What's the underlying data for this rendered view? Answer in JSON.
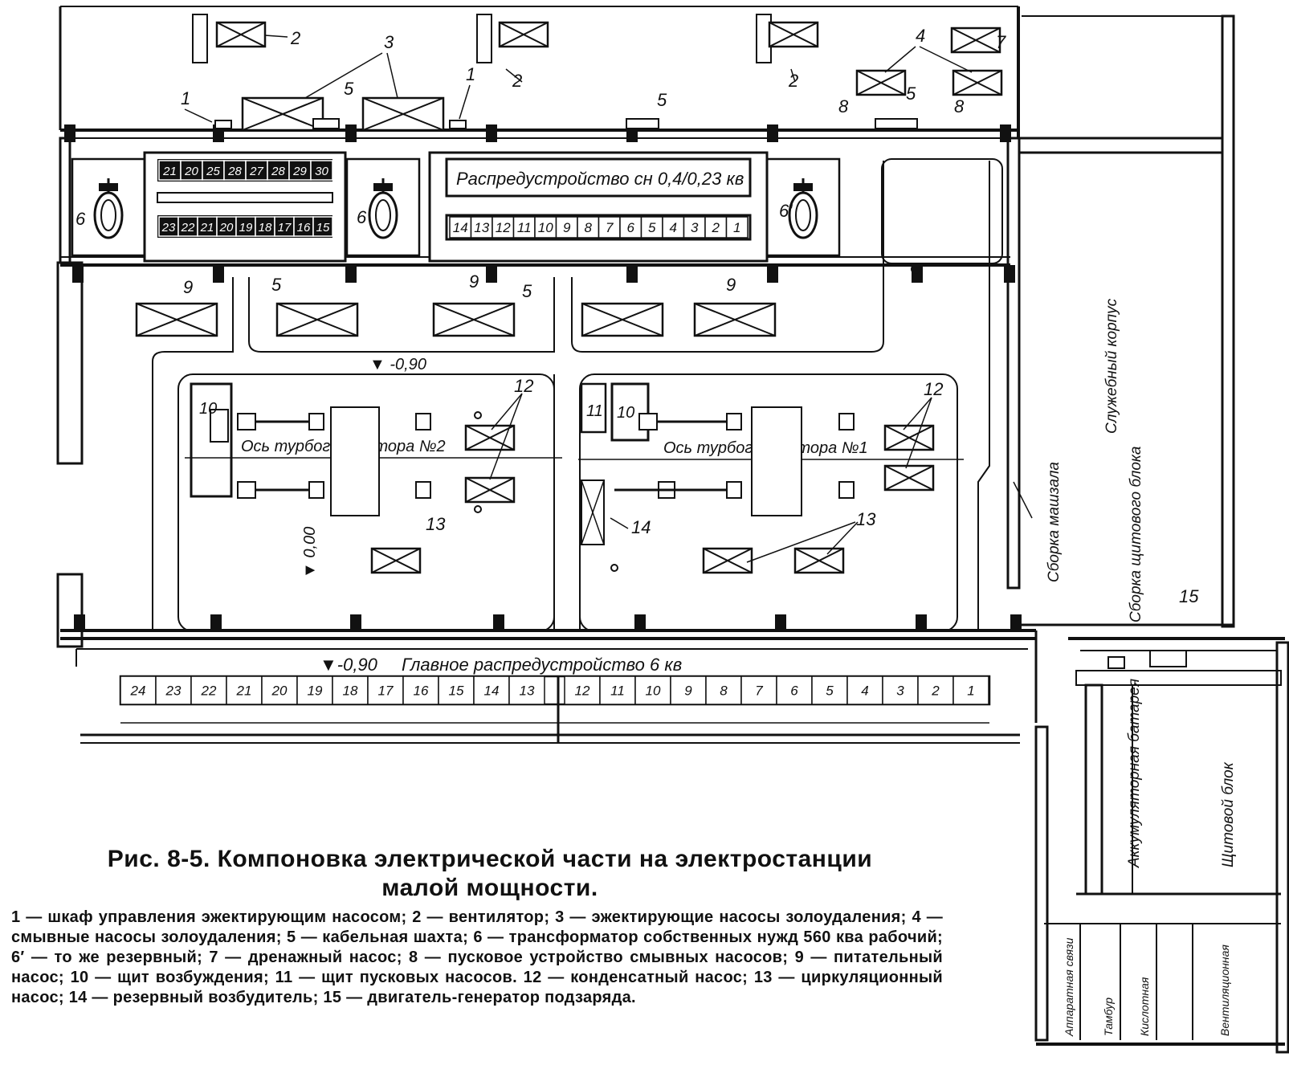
{
  "labels": {
    "switchgear_04": "Распредустройство сн 0,4/0,23 кв",
    "main_switchgear": "Главное распредустройство 6 кв",
    "axis_tg2": "Ось турбогенератора №2",
    "axis_tg1": "Ось турбогенератора №1",
    "service_corridor": "Служебный корпус",
    "hall_assembly": "Сборка машзала",
    "panel_assembly": "Сборка щитового блока",
    "battery": "Аккумуляторная батарея",
    "panel_block": "Щитовой блок",
    "comm_equipment": "Аппаратная связи",
    "acid": "Кислотная",
    "battery_room2": "Тамбур",
    "ventilation": "Вентиляционная",
    "level_minus": "▼ -0,90",
    "level_zero": "▼ 0,00",
    "level_minus2": "▼-0,90"
  },
  "switch_top_row": [
    "24",
    "23",
    "22",
    "21",
    "20",
    "19",
    "18",
    "17",
    "16",
    "15",
    "14",
    "13",
    "12",
    "11",
    "10",
    "9",
    "8",
    "7",
    "6",
    "5",
    "4",
    "3",
    "2",
    "1"
  ],
  "sw04_upper": [
    "21",
    "20",
    "25",
    "28",
    "27",
    "28",
    "29",
    "30"
  ],
  "sw04_lower": [
    "23",
    "22",
    "21",
    "20",
    "19",
    "18",
    "17",
    "16",
    "15"
  ],
  "sw04_right": [
    "14",
    "13",
    "12",
    "11",
    "10",
    "9",
    "8",
    "7",
    "6",
    "5",
    "4",
    "3",
    "2",
    "1"
  ],
  "markers": {
    "m1": "1",
    "m2": "2",
    "m3": "3",
    "m4": "4",
    "m5": "5",
    "m6": "6",
    "m6p": "6'",
    "m7": "7",
    "m8": "8",
    "m9": "9",
    "m10": "10",
    "m11": "11",
    "m12": "12",
    "m13": "13",
    "m14": "14",
    "m15": "15"
  },
  "caption": {
    "line1": "Рис. 8-5. Компоновка электрической части на электростанции",
    "line2": "малой мощности."
  },
  "legend": "1 — шкаф управления эжектирующим насосом; 2 — вентилятор; 3 — эжектирующие насосы золоудаления; 4 — смывные насосы золоудаления; 5 — кабельная шахта; 6 — трансформатор собственных нужд 560 ква рабочий; 6′ — то же резервный; 7 — дренажный насос; 8 — пусковое устройство смывных насосов; 9 — питательный насос; 10 — щит возбуждения; 11 — щит пусковых насосов. 12 — конденсатный насос; 13 — циркуляционный насос; 14 — резервный возбудитель; 15 — двигатель-генератор подзаряда."
}
